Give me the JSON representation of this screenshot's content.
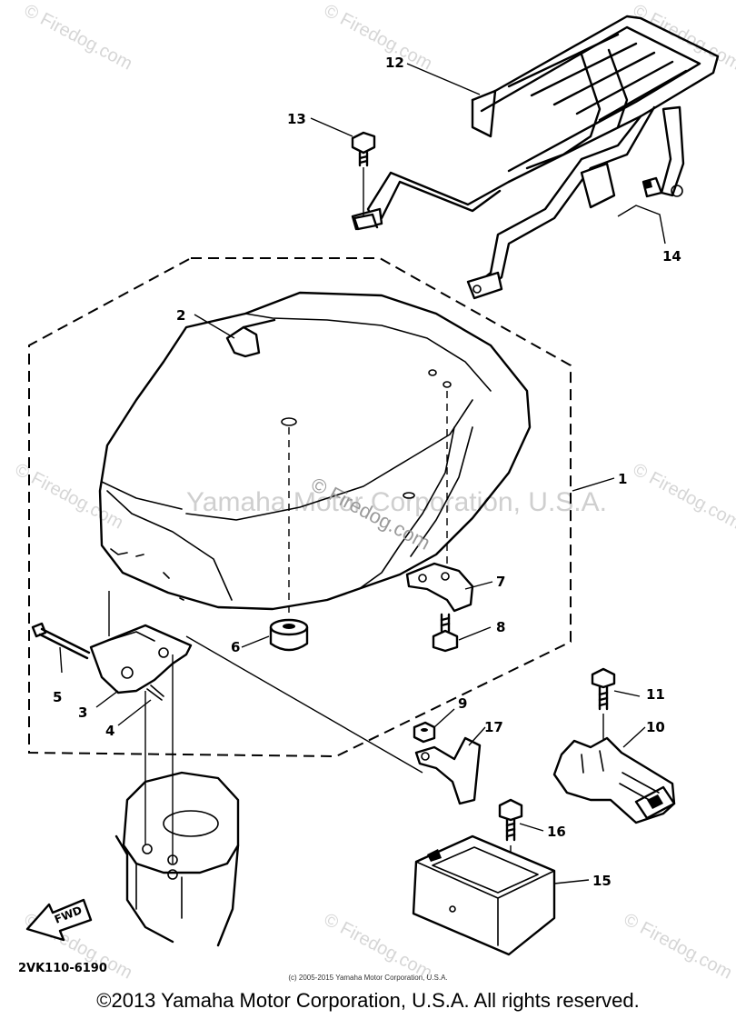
{
  "watermarks": {
    "repeat_text": "© Firedog.com",
    "center_text": "Yamaha Motor Corporation, U.S.A.",
    "mid_text": "© Firedog.com"
  },
  "callouts": {
    "n1": "1",
    "n2": "2",
    "n3": "3",
    "n4": "4",
    "n5": "5",
    "n6": "6",
    "n7": "7",
    "n8": "8",
    "n9": "9",
    "n10": "10",
    "n11": "11",
    "n12": "12",
    "n13": "13",
    "n14": "14",
    "n15": "15",
    "n16": "16",
    "n17": "17"
  },
  "fwd_label": "FWD",
  "diagram_code": "2VK110-6190",
  "small_copyright": "(c) 2005-2015 Yamaha Motor Corporation, U.S.A.",
  "copyright": "©2013 Yamaha Motor Corporation, U.S.A. All rights reserved.",
  "colors": {
    "line": "#000000",
    "background": "#ffffff",
    "watermark": "#d6d6d6"
  }
}
